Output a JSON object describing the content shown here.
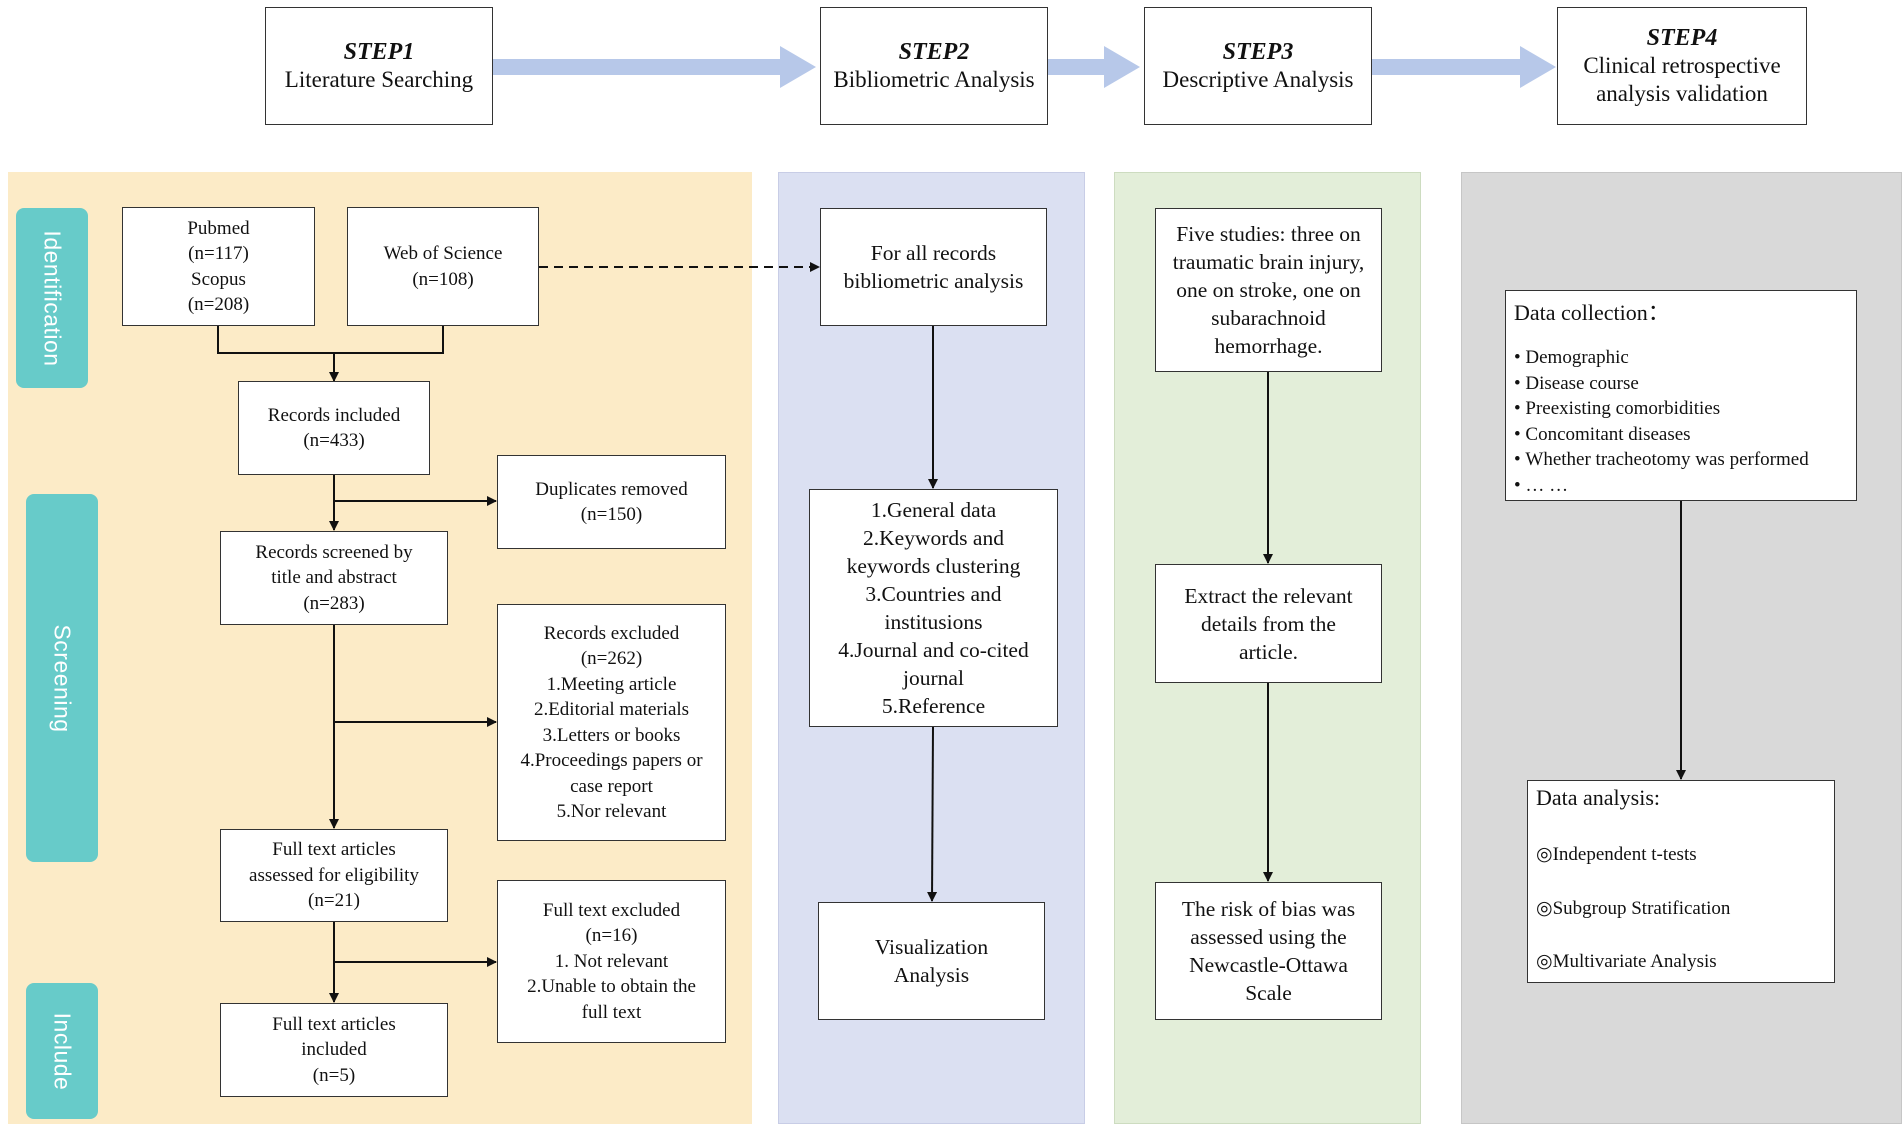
{
  "colors": {
    "panel_literature": "#fcebc7",
    "panel_bibliometric": "#dbe0f2",
    "panel_descriptive": "#e3eed9",
    "panel_clinical": "#d9d9d9",
    "phase_tab": "#67cbc9",
    "step_arrow": "#b7c8e9",
    "line": "#111111"
  },
  "steps": [
    {
      "label": "STEP1",
      "title": "Literature Searching"
    },
    {
      "label": "STEP2",
      "title": "Bibliometric Analysis"
    },
    {
      "label": "STEP3",
      "title": "Descriptive Analysis"
    },
    {
      "label": "STEP4",
      "title": "Clinical retrospective analysis validation"
    }
  ],
  "phases": [
    "Identification",
    "Screening",
    "Include"
  ],
  "step1": {
    "pubmed": [
      "Pubmed",
      "(n=117)",
      "Scopus",
      "(n=208)"
    ],
    "wos": [
      "Web of Science",
      "(n=108)"
    ],
    "records_included": [
      "Records included",
      "(n=433)"
    ],
    "duplicates": [
      "Duplicates removed",
      "(n=150)"
    ],
    "screened": [
      "Records screened by",
      "title and abstract",
      "(n=283)"
    ],
    "excluded": [
      "Records excluded",
      "(n=262)",
      "1.Meeting article",
      "2.Editorial materials",
      "3.Letters or books",
      "4.Proceedings papers or",
      "case report",
      "5.Nor relevant"
    ],
    "fulltext_assessed": [
      "Full text articles",
      "assessed for eligibility",
      "(n=21)"
    ],
    "fulltext_excluded": [
      "Full text excluded",
      "(n=16)",
      "1. Not relevant",
      "2.Unable to obtain the",
      "full text"
    ],
    "fulltext_included": [
      "Full text articles",
      "included",
      "(n=5)"
    ]
  },
  "step2": {
    "records": [
      "For all records",
      "bibliometric analysis"
    ],
    "items": [
      "1.General data",
      "2.Keywords and",
      "keywords clustering",
      "3.Countries and",
      "institusions",
      "4.Journal and co-cited",
      "journal",
      "5.Reference"
    ],
    "visualization": [
      "Visualization",
      "Analysis"
    ]
  },
  "step3": {
    "studies": [
      "Five studies: three on",
      "traumatic brain injury,",
      "one on stroke, one on",
      "subarachnoid",
      "hemorrhage."
    ],
    "extract": [
      "Extract the relevant",
      "details from the",
      "article."
    ],
    "bias": [
      "The risk of bias was",
      "assessed using the",
      "Newcastle-Ottawa",
      "Scale"
    ]
  },
  "step4": {
    "collection_title": "Data collection：",
    "collection_items": [
      "Demographic",
      "Disease course",
      "Preexisting comorbidities",
      "Concomitant diseases",
      "Whether tracheotomy was performed",
      "… …"
    ],
    "analysis_title": "Data analysis:",
    "analysis_items": [
      "◎Independent t-tests",
      "◎Subgroup Stratification",
      "◎Multivariate Analysis"
    ]
  }
}
